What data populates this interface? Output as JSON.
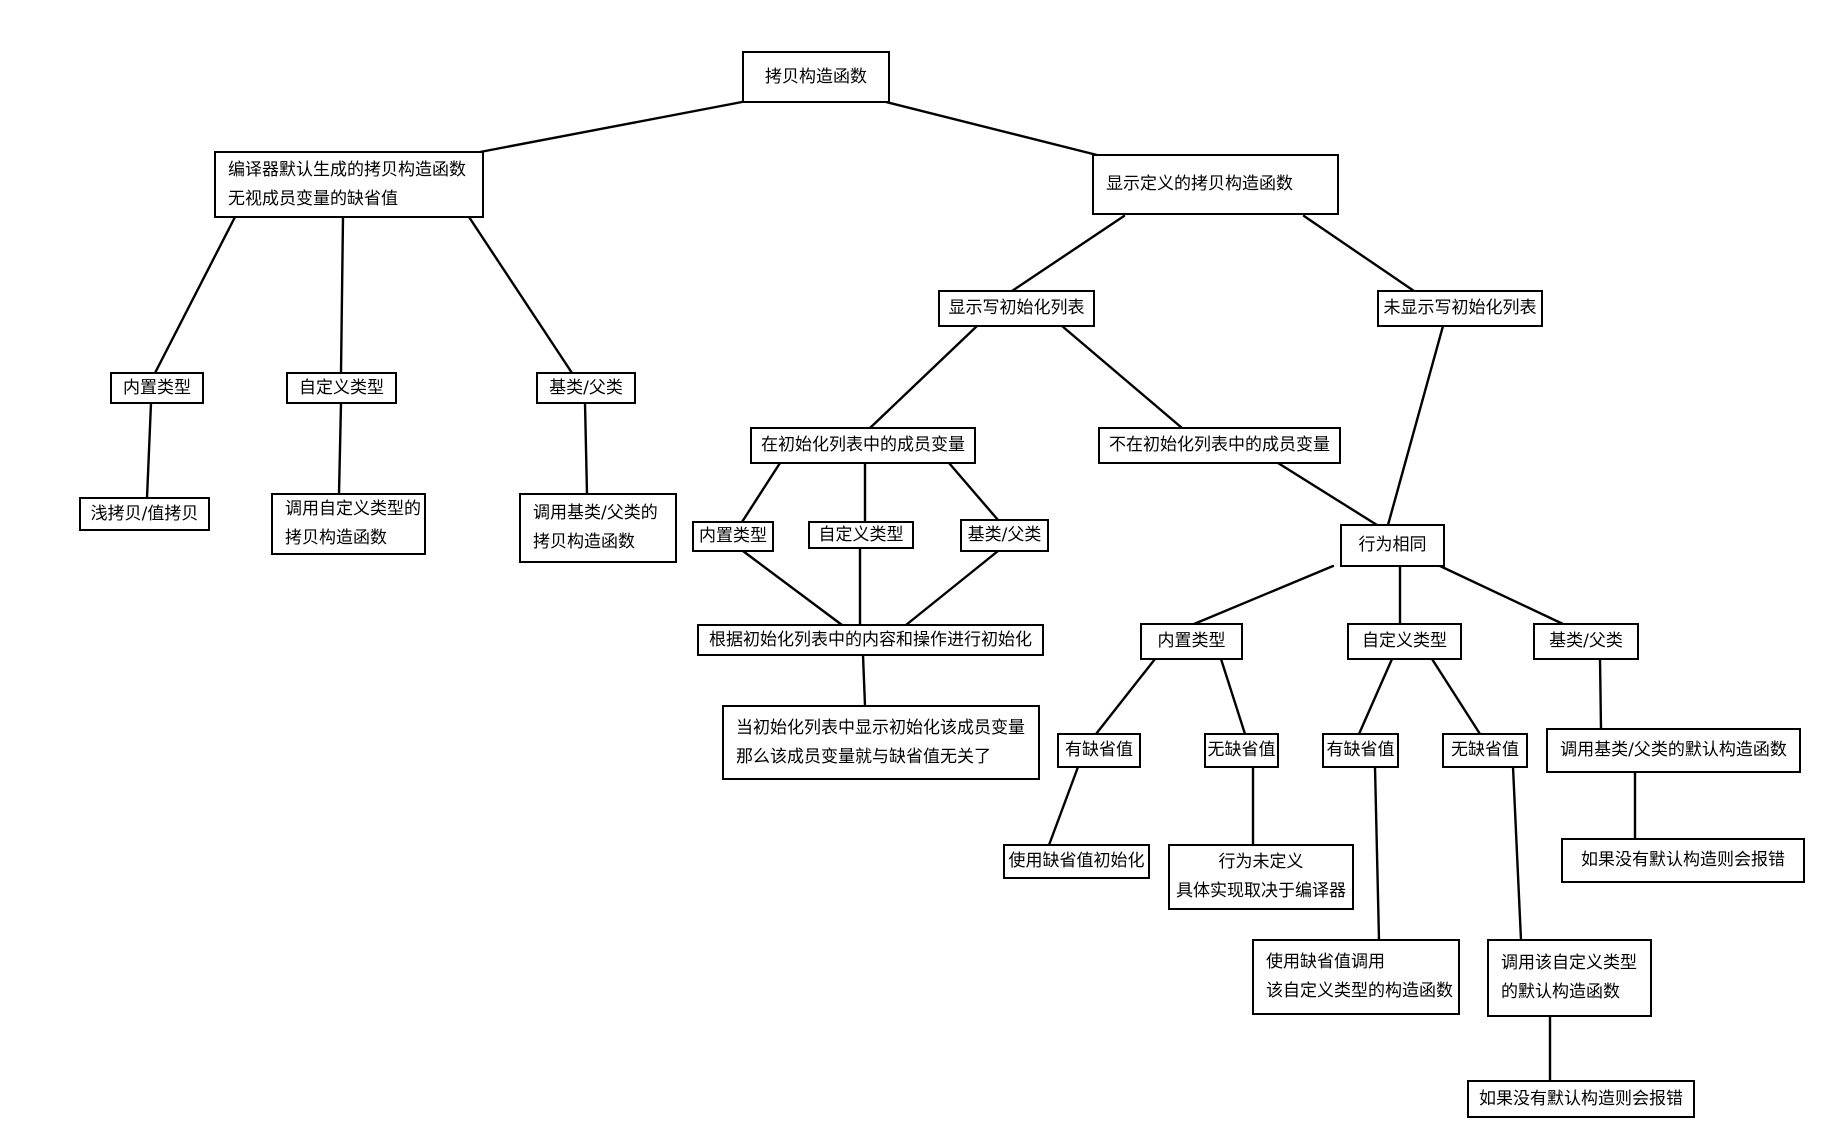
{
  "nodes": {
    "root": {
      "lines": [
        "拷贝构造函数"
      ]
    },
    "implicit": {
      "lines": [
        "编译器默认生成的拷贝构造函数",
        "无视成员变量的缺省值"
      ]
    },
    "explicit": {
      "lines": [
        "显示定义的拷贝构造函数"
      ]
    },
    "imp_builtin": {
      "lines": [
        "内置类型"
      ]
    },
    "imp_custom": {
      "lines": [
        "自定义类型"
      ]
    },
    "imp_base": {
      "lines": [
        "基类/父类"
      ]
    },
    "imp_builtin_res": {
      "lines": [
        "浅拷贝/值拷贝"
      ]
    },
    "imp_custom_res": {
      "lines": [
        "调用自定义类型的",
        "拷贝构造函数"
      ]
    },
    "imp_base_res": {
      "lines": [
        "调用基类/父类的",
        "拷贝构造函数"
      ]
    },
    "init_list": {
      "lines": [
        "显示写初始化列表"
      ]
    },
    "no_init_list": {
      "lines": [
        "未显示写初始化列表"
      ]
    },
    "in_list": {
      "lines": [
        "在初始化列表中的成员变量"
      ]
    },
    "not_in_list": {
      "lines": [
        "不在初始化列表中的成员变量"
      ]
    },
    "in_builtin": {
      "lines": [
        "内置类型"
      ]
    },
    "in_custom": {
      "lines": [
        "自定义类型"
      ]
    },
    "in_base": {
      "lines": [
        "基类/父类"
      ]
    },
    "same_behavior": {
      "lines": [
        "行为相同"
      ]
    },
    "init_by_list": {
      "lines": [
        "根据初始化列表中的内容和操作进行初始化"
      ]
    },
    "init_note": {
      "lines": [
        "当初始化列表中显示初始化该成员变量",
        "那么该成员变量就与缺省值无关了"
      ]
    },
    "s_builtin": {
      "lines": [
        "内置类型"
      ]
    },
    "s_custom": {
      "lines": [
        "自定义类型"
      ]
    },
    "s_base": {
      "lines": [
        "基类/父类"
      ]
    },
    "s_builtin_has": {
      "lines": [
        "有缺省值"
      ]
    },
    "s_builtin_none": {
      "lines": [
        "无缺省值"
      ]
    },
    "s_custom_has": {
      "lines": [
        "有缺省值"
      ]
    },
    "s_custom_none": {
      "lines": [
        "无缺省值"
      ]
    },
    "s_base_res": {
      "lines": [
        "调用基类/父类的默认构造函数"
      ]
    },
    "use_default_init": {
      "lines": [
        "使用缺省值初始化"
      ]
    },
    "undefined_behavior": {
      "lines": [
        "行为未定义",
        "具体实现取决于编译器"
      ]
    },
    "custom_default_call": {
      "lines": [
        "使用缺省值调用",
        "该自定义类型的构造函数"
      ]
    },
    "custom_default_ctor": {
      "lines": [
        "调用该自定义类型",
        "的默认构造函数"
      ]
    },
    "base_error": {
      "lines": [
        "如果没有默认构造则会报错"
      ]
    },
    "custom_error": {
      "lines": [
        "如果没有默认构造则会报错"
      ]
    }
  }
}
